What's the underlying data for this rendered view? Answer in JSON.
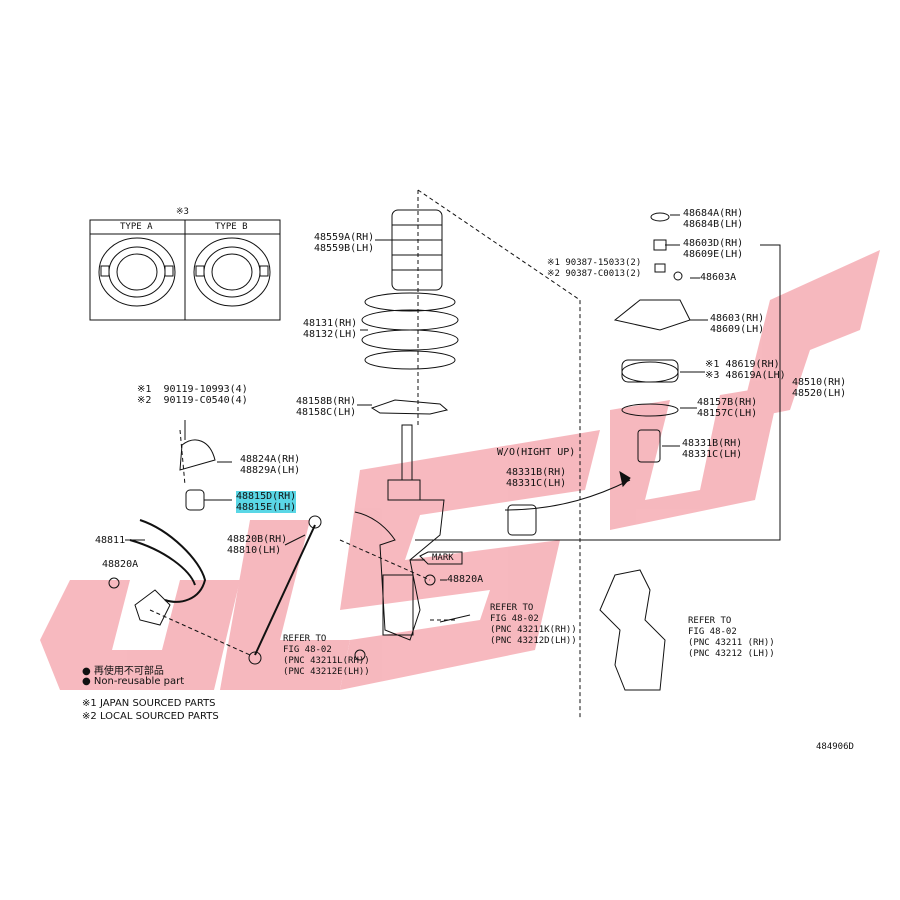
{
  "diagram": {
    "figure_code": "484906D",
    "type_box": {
      "note": "※3",
      "type_a": "TYPE A",
      "type_b": "TYPE B"
    },
    "labels": {
      "l_48559": "48559A(RH)\n48559B(LH)",
      "l_48131": "48131(RH)\n48132(LH)",
      "l_48158": "48158B(RH)\n48158C(LH)",
      "l_90119": "※1  90119-10993(4)\n※2  90119-C0540(4)",
      "l_48824": "48824A(RH)\n48829A(LH)",
      "l_48815": "48815D(RH)\n48815E(LH)",
      "l_48811": "48811",
      "l_48820A_left": "48820A",
      "l_48820B": "48820B(RH)\n48810(LH)",
      "l_48820A_mid": "48820A",
      "l_mark": "MARK",
      "l_wo": "W/O(HIGHT UP)",
      "l_48331B_mid": "48331B(RH)\n48331C(LH)",
      "l_48684": "48684A(RH)\n48684B(LH)",
      "l_48603D": "48603D(RH)\n48609E(LH)",
      "l_90387": "※1 90387-15033(2)\n※2 90387-C0013(2)",
      "l_48603A": "48603A",
      "l_48603": "48603(RH)\n48609(LH)",
      "l_48619": "※1 48619(RH)\n※3 48619A(LH)",
      "l_48510": "48510(RH)\n48520(LH)",
      "l_48157": "48157B(RH)\n48157C(LH)",
      "l_48331B_right": "48331B(RH)\n48331C(LH)",
      "l_refer_left": "REFER TO\nFIG 48-02\n(PNC 43211L(RH))\n(PNC 43212E(LH))",
      "l_refer_mid": "REFER TO\nFIG 48-02\n(PNC 43211K(RH))\n(PNC 43212D(LH))",
      "l_refer_right": "REFER TO\nFIG 48-02\n(PNC 43211 (RH))\n(PNC 43212 (LH))"
    },
    "highlighted_part": "48815D(RH) 48815E(LH)",
    "legend": [
      {
        "symbol": "●",
        "text": "再使用不可部品"
      },
      {
        "symbol": "●",
        "text": "Non-reusable part"
      },
      {
        "symbol": "※1",
        "text": "JAPAN SOURCED PARTS"
      },
      {
        "symbol": "※2",
        "text": "LOCAL SOURCED PARTS"
      }
    ],
    "colors": {
      "watermark": "#f07f8a",
      "highlight": "#5ad7e6",
      "ink": "#111111"
    }
  }
}
